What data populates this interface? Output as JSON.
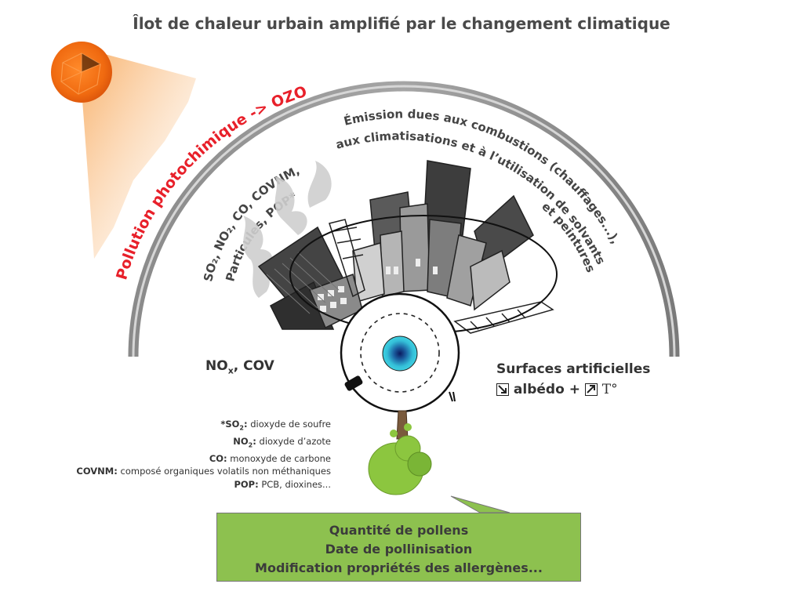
{
  "title": "Îlot de chaleur urbain amplifié par le changement climatique",
  "pollution": {
    "text": "Pollution photochimique -> ",
    "highlight": "OZONE"
  },
  "emission": {
    "line1": "Émission dues aux combustions (chauffages...),",
    "line2": "aux climatisations et à l’utilisation de solvants",
    "line3": "et peintures"
  },
  "pollutants": {
    "line1": "SO₂, NO₂, CO, COVNM,",
    "line2": "Particules, POP*"
  },
  "nox": {
    "main": "NO",
    "sub": "x",
    "rest": ", COV"
  },
  "surfaces": {
    "title": "Surfaces artificielles",
    "albedo": "albédo",
    "plus": "+",
    "temp": "T°"
  },
  "glossary": [
    {
      "term": "*SO",
      "sub": "2",
      "colon": ":",
      "def": " dioxyde de soufre"
    },
    {
      "term": "NO",
      "sub": "2",
      "colon": ":",
      "def": " dioxyde d’azote"
    },
    {
      "term": "CO:",
      "sub": "",
      "colon": "",
      "def": " monoxyde de carbone"
    },
    {
      "term": "COVNM:",
      "sub": "",
      "colon": "",
      "def": " composé organiques volatils non méthaniques"
    },
    {
      "term": "POP:",
      "sub": "",
      "colon": "",
      "def": " PCB, dioxines..."
    }
  ],
  "pollen_box": [
    "Quantité de pollens",
    "Date de pollinisation",
    "Modification propriétés des allergènes..."
  ],
  "colors": {
    "accent_red": "#e8202a",
    "sun_orange": "#f57d1f",
    "green_box": "#8dc14f",
    "tree_green": "#8cc63f",
    "center_blue": "#1a8bb0"
  }
}
